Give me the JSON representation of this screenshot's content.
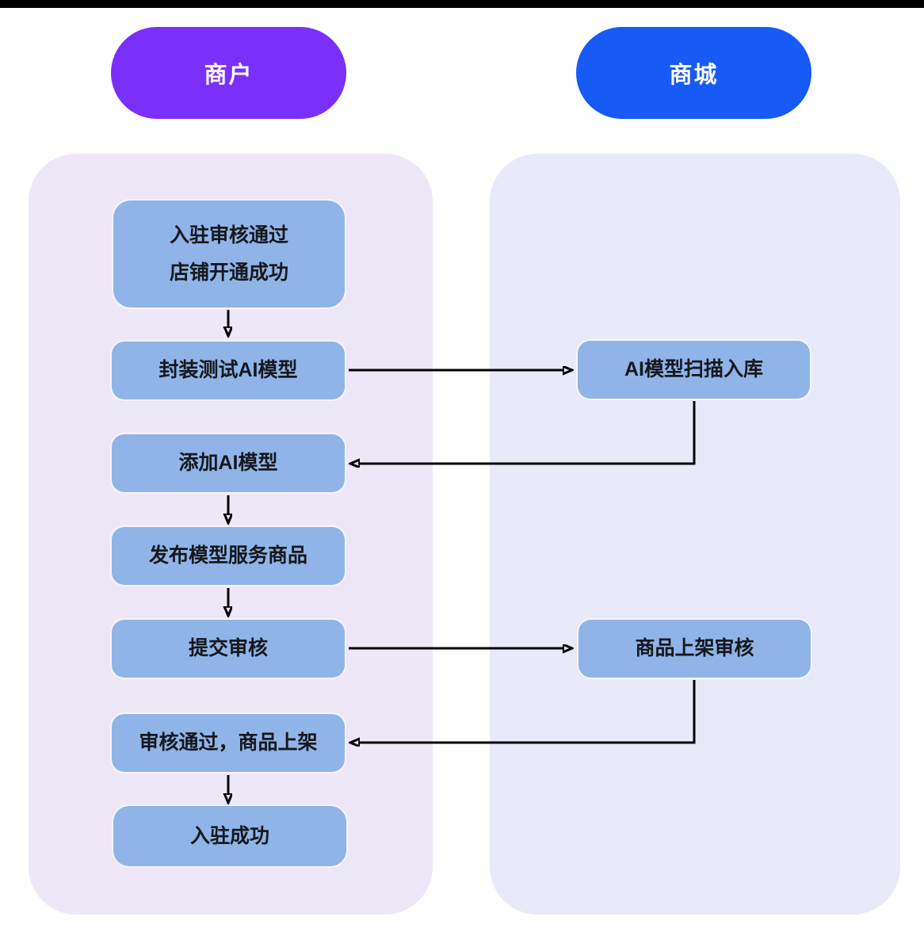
{
  "diagram": {
    "type": "swimlane-flowchart",
    "headers": {
      "merchant": "商户",
      "mall": "商城"
    },
    "merchant_nodes": {
      "approved_line1": "入驻审核通过",
      "approved_line2": "店铺开通成功",
      "package_test": "封装测试AI模型",
      "add_model": "添加AI模型",
      "publish_product": "发布模型服务商品",
      "submit_review": "提交审核",
      "review_passed": "审核通过，商品上架",
      "onboard_success": "入驻成功"
    },
    "mall_nodes": {
      "scan_into_store": "AI模型扫描入库",
      "listing_review": "商品上架审核"
    },
    "edges": [
      {
        "from": "入驻审核通过 店铺开通成功",
        "to": "封装测试AI模型"
      },
      {
        "from": "封装测试AI模型",
        "to": "AI模型扫描入库"
      },
      {
        "from": "AI模型扫描入库",
        "to": "添加AI模型"
      },
      {
        "from": "添加AI模型",
        "to": "发布模型服务商品"
      },
      {
        "from": "发布模型服务商品",
        "to": "提交审核"
      },
      {
        "from": "提交审核",
        "to": "商品上架审核"
      },
      {
        "from": "商品上架审核",
        "to": "审核通过，商品上架"
      },
      {
        "from": "审核通过，商品上架",
        "to": "入驻成功"
      }
    ],
    "colors": {
      "merchant_header": "#7A30FA",
      "mall_header": "#175AF5",
      "merchant_lane": "#EEE7F8",
      "mall_lane": "#E8EAF9",
      "node_fill": "#90B4E7",
      "arrow": "#000000",
      "top_bar": "#000000"
    }
  }
}
